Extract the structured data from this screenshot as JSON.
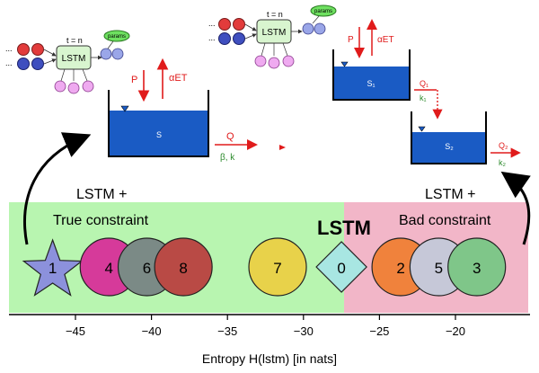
{
  "model_left": {
    "time_label": "t = n",
    "lstm_label": "LSTM",
    "params_label": "params",
    "input_ellipsis": "...",
    "precip_label": "P",
    "et_label": "αET",
    "store_label": "S",
    "outflow_label": "Q",
    "outflow_params": "β, k"
  },
  "model_right": {
    "time_label": "t = n",
    "lstm_label": "LSTM",
    "params_label": "params",
    "input_ellipsis": "...",
    "precip_label": "P",
    "et_label": "αET",
    "store1_label": "S₁",
    "q1_label": "Q₁",
    "k1_label": "k₁",
    "store2_label": "S₂",
    "q2_label": "Q₂",
    "k2_label": "k₂"
  },
  "regions": {
    "left_heading_1": "LSTM +",
    "left_heading_2": "True constraint",
    "center_heading": "LSTM",
    "right_heading_1": "LSTM +",
    "right_heading_2": "Bad constraint",
    "green_color": "#b8f5b0",
    "pink_color": "#f2b6c8"
  },
  "models": [
    {
      "id": "1",
      "shape": "star",
      "entropy": -46.5,
      "color": "#8c91dc"
    },
    {
      "id": "4",
      "shape": "circle",
      "entropy": -42.8,
      "color": "#d63a9a"
    },
    {
      "id": "6",
      "shape": "circle",
      "entropy": -40.3,
      "color": "#7b8a86"
    },
    {
      "id": "8",
      "shape": "circle",
      "entropy": -37.9,
      "color": "#b94a45"
    },
    {
      "id": "7",
      "shape": "circle",
      "entropy": -31.7,
      "color": "#e8d24a"
    },
    {
      "id": "0",
      "shape": "diamond",
      "entropy": -27.5,
      "color": "#a8e6e2"
    },
    {
      "id": "2",
      "shape": "circle",
      "entropy": -23.6,
      "color": "#f0823c"
    },
    {
      "id": "5",
      "shape": "circle",
      "entropy": -21.1,
      "color": "#c6c8d8"
    },
    {
      "id": "3",
      "shape": "circle",
      "entropy": -18.6,
      "color": "#7fc689"
    }
  ],
  "axis": {
    "label": "Entropy H(lstm) [in nats]",
    "ticks": [
      "−45",
      "−40",
      "−35",
      "−30",
      "−25",
      "−20"
    ],
    "tick_values": [
      -45,
      -40,
      -35,
      -30,
      -25,
      -20
    ]
  }
}
